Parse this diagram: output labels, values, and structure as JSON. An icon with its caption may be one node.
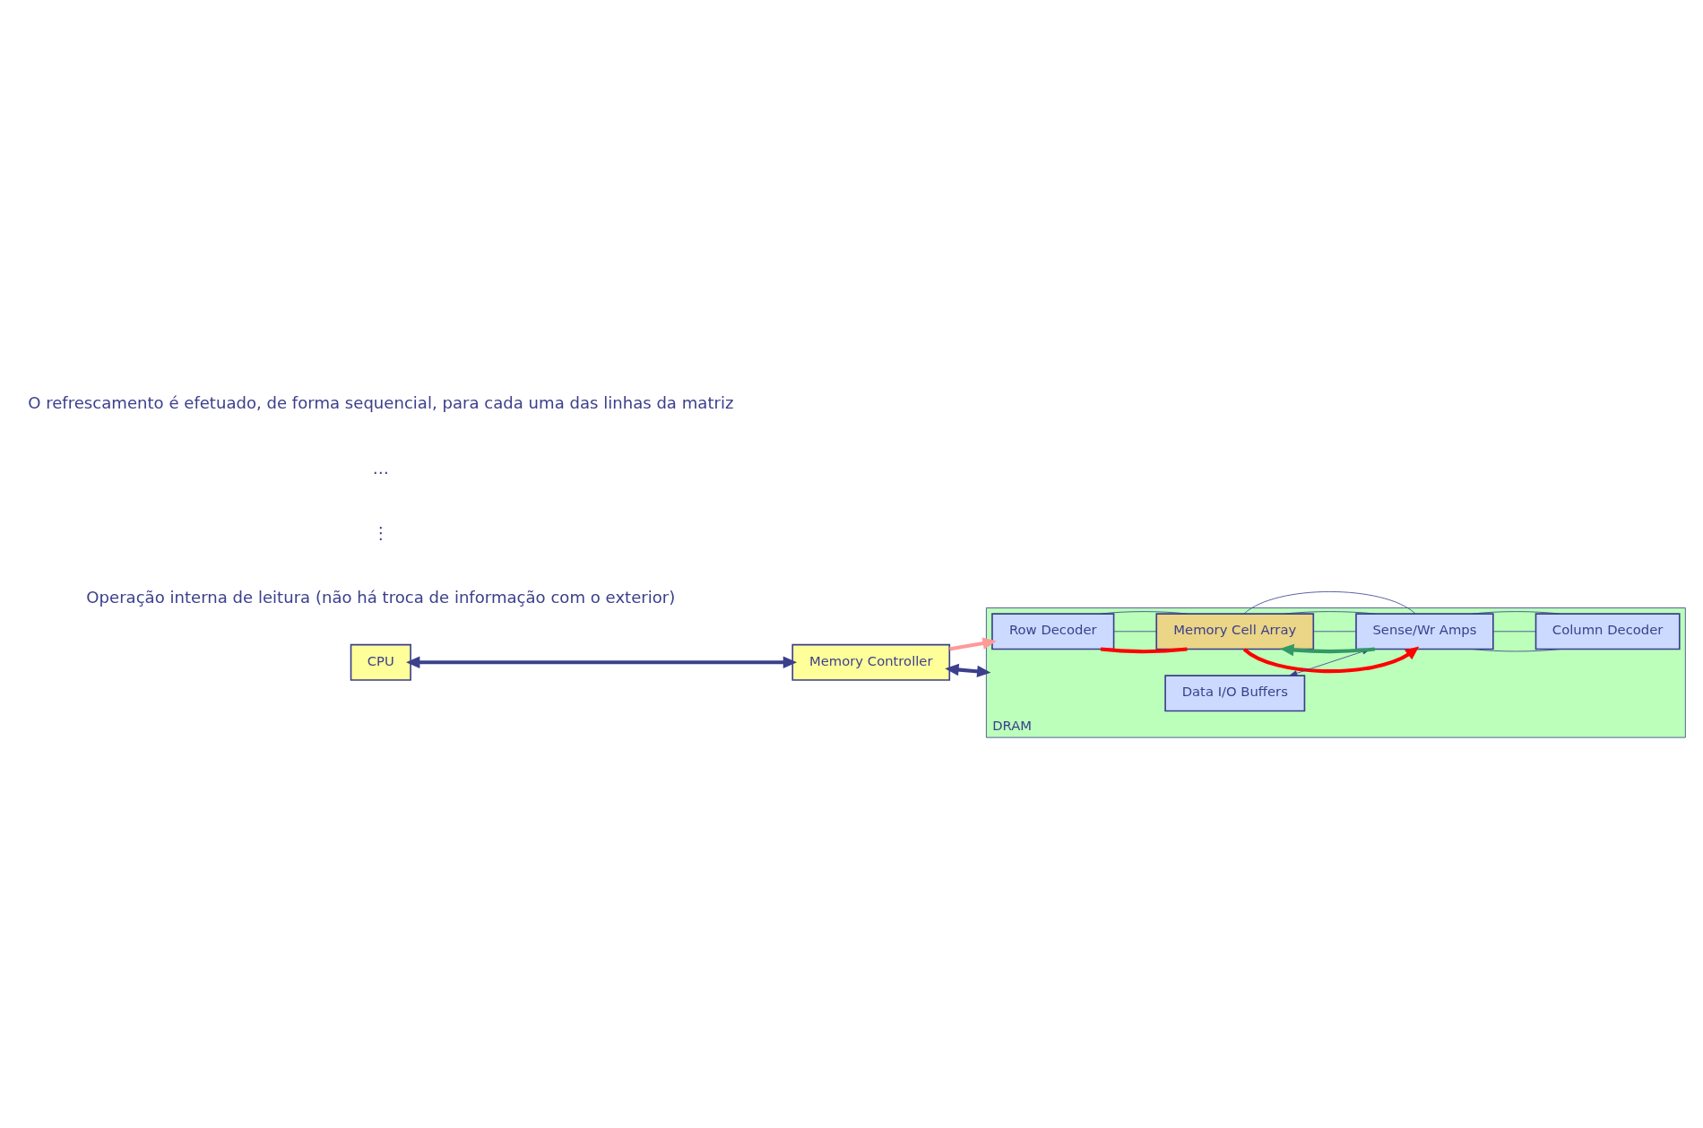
{
  "diagram": {
    "nodes": [
      {
        "text": [
          "DRAM"
        ]
      },
      {
        "text": [
          "Row Decoder"
        ],
        "in": 0
      },
      {
        "text": [
          "Memory Cell Array"
        ],
        "in": 0
      },
      {
        "text": [
          "Data I/O Buffers"
        ],
        "in": 0
      },
      {
        "text": [
          "Sense/Wr Amps"
        ],
        "in": 0
      },
      {
        "text": [
          "Column Decoder"
        ],
        "in": 0
      },
      {
        "text": [
          "CPU"
        ]
      },
      {
        "text": [
          "Memory Controller"
        ]
      }
    ],
    "edges": [
      {
        "from": 6,
        "to": 7,
        "arrow": "both",
        "style": "thick"
      },
      {
        "from": 7,
        "to": 0,
        "arrow": "both",
        "style": "thick"
      },
      {
        "from": 3,
        "to": 4,
        "arrow": "both"
      },
      {
        "from": 7,
        "to": 1,
        "arrow": "to",
        "style": "thick",
        "color": "#ff9999"
      },
      {
        "from": 1,
        "to": 2,
        "arrow": "none",
        "style": "thick",
        "color": "#ff0000"
      },
      {
        "from": 1,
        "to": 2,
        "arrow": "none"
      },
      {
        "from": 1,
        "to": 2,
        "arrow": "none"
      },
      {
        "from": 2,
        "to": 4,
        "arrow": "to",
        "style": "thick",
        "color": "#ff0000"
      },
      {
        "from": 4,
        "to": 2,
        "arrow": "to",
        "style": "thick",
        "color": "#339966"
      },
      {
        "from": 2,
        "to": 4,
        "arrow": "none"
      },
      {
        "from": 2,
        "to": 4,
        "arrow": "none"
      },
      {
        "from": 2,
        "to": 4,
        "arrow": "none"
      },
      {
        "from": 4,
        "to": 5,
        "arrow": "none"
      },
      {
        "from": 4,
        "to": 5,
        "arrow": "none"
      },
      {
        "from": 4,
        "to": 5,
        "arrow": "none"
      }
    ],
    "labels": [
      "Operação interna de leitura (não há troca de informação com o exterior)",
      "⋮",
      "…",
      "O refrescamento é efetuado, de forma sequencial, para cada uma das linhas da matriz"
    ]
  }
}
